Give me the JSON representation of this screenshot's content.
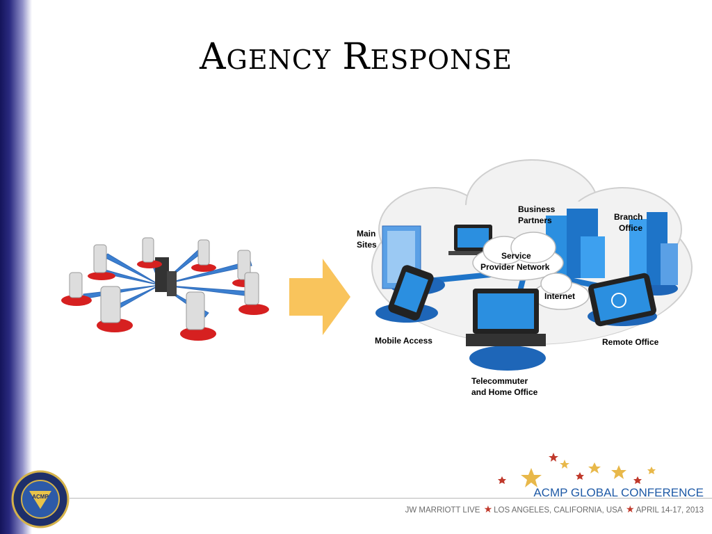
{
  "slide": {
    "title_first_cap": "A",
    "title_first_rest": "gency",
    "title_second_cap": "R",
    "title_second_rest": "esponse"
  },
  "network_diagram": {
    "labels": {
      "main_sites_1": "Main",
      "main_sites_2": "Sites",
      "business_partners_1": "Business",
      "business_partners_2": "Partners",
      "branch_office_1": "Branch",
      "branch_office_2": "Office",
      "service_provider_1": "Service",
      "service_provider_2": "Provider Network",
      "internet": "Internet",
      "mobile_access": "Mobile Access",
      "remote_office": "Remote Office",
      "telecommuter_1": "Telecommuter",
      "telecommuter_2": "and Home Office"
    }
  },
  "logo": {
    "text": "ACMP"
  },
  "footer": {
    "conference": "ACMP GLOBAL CONFERENCE",
    "venue": "JW MARRIOTT LIVE",
    "city": "LOS ANGELES, CALIFORNIA, USA",
    "dates": "APRIL 14-17, 2013"
  },
  "colors": {
    "sidebar": "#1a1a66",
    "accent_blue": "#1f5aa6",
    "arrow": "#f9c45c",
    "star_red": "#c0392b",
    "star_gold": "#e8b84a"
  }
}
